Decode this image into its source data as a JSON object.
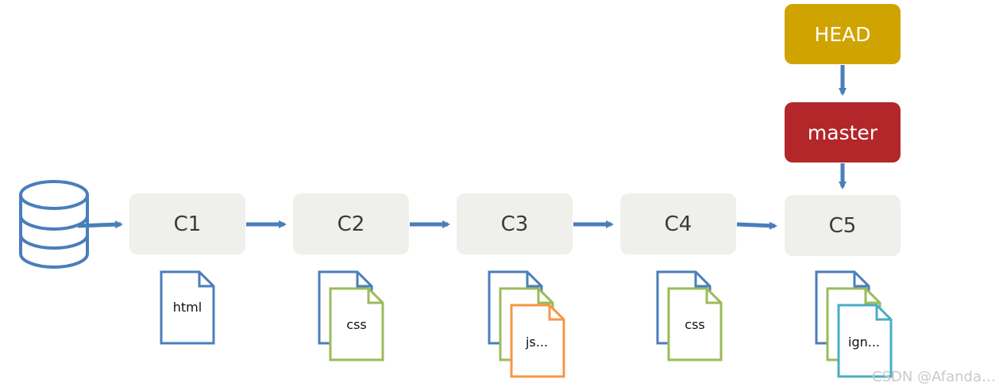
{
  "refs": {
    "head": "HEAD",
    "master": "master"
  },
  "commits": [
    {
      "label": "C1",
      "files": [
        {
          "label": "html",
          "color": "#4a7ebb"
        }
      ]
    },
    {
      "label": "C2",
      "files": [
        {
          "label": "",
          "color": "#4a7ebb"
        },
        {
          "label": "css",
          "color": "#9bbb59"
        }
      ]
    },
    {
      "label": "C3",
      "files": [
        {
          "label": "",
          "color": "#4a7ebb"
        },
        {
          "label": "",
          "color": "#9bbb59"
        },
        {
          "label": "js...",
          "color": "#f79646"
        }
      ]
    },
    {
      "label": "C4",
      "files": [
        {
          "label": "",
          "color": "#4a7ebb"
        },
        {
          "label": "css",
          "color": "#9bbb59"
        }
      ]
    },
    {
      "label": "C5",
      "files": [
        {
          "label": "",
          "color": "#4a7ebb"
        },
        {
          "label": "",
          "color": "#9bbb59"
        },
        {
          "label": "ign...",
          "color": "#4bacc6"
        }
      ]
    }
  ],
  "colors": {
    "arrow": "#4a7ebb",
    "head_fill": "#cfa300",
    "master_fill": "#b3262a",
    "commit_fill": "#efefec",
    "database_stroke": "#4a7ebb"
  },
  "watermark": "CSDN @Afanda…"
}
